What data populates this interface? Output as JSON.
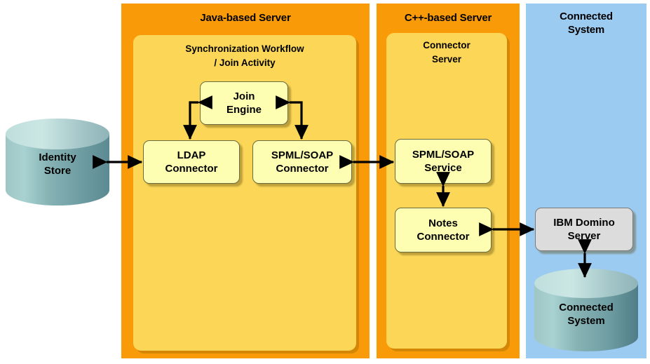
{
  "diagram": {
    "title": "IBM Domino connector architecture",
    "panels": [
      {
        "id": "java-server",
        "label": "Java-based Server",
        "color": "#F99B09",
        "inner": {
          "label_line1": "Synchronization Workflow",
          "label_line2": "/ Join Activity",
          "color": "#FCD757"
        }
      },
      {
        "id": "cpp-server",
        "label": "C++-based Server",
        "color": "#F99B09",
        "inner": {
          "label_line1": "Connector",
          "label_line2": "Server",
          "color": "#FCD757"
        }
      },
      {
        "id": "connected-system",
        "label_line1": "Connected",
        "label_line2": "System",
        "color": "#9CCBF2"
      }
    ],
    "nodes": {
      "identity_store": {
        "line1": "Identity",
        "line2": "Store",
        "shape": "cylinder",
        "color": "#8FBDBE"
      },
      "join_engine": {
        "line1": "Join",
        "line2": "Engine",
        "shape": "box",
        "color": "#FEFEB2"
      },
      "ldap_connector": {
        "line1": "LDAP",
        "line2": "Connector",
        "shape": "box",
        "color": "#FEFEB2"
      },
      "spml_soap_connector": {
        "line1": "SPML/SOAP",
        "line2": "Connector",
        "shape": "box",
        "color": "#FEFEB2"
      },
      "spml_soap_service": {
        "line1": "SPML/SOAP",
        "line2": "Service",
        "shape": "box",
        "color": "#FEFEB2"
      },
      "notes_connector": {
        "line1": "Notes",
        "line2": "Connector",
        "shape": "box",
        "color": "#FEFEB2"
      },
      "ibm_domino_server": {
        "line1": "IBM Domino",
        "line2": "Server",
        "shape": "box",
        "color": "#DCDCDC"
      },
      "connected_system_store": {
        "line1": "Connected",
        "line2": "System",
        "shape": "cylinder",
        "color": "#8FBDBE"
      }
    },
    "connections": [
      {
        "from": "identity_store",
        "to": "ldap_connector",
        "style": "double-arrow",
        "orientation": "horizontal"
      },
      {
        "from": "join_engine",
        "to": "ldap_connector",
        "style": "double-arrow",
        "orientation": "elbow-left"
      },
      {
        "from": "join_engine",
        "to": "spml_soap_connector",
        "style": "double-arrow",
        "orientation": "elbow-right"
      },
      {
        "from": "spml_soap_connector",
        "to": "spml_soap_service",
        "style": "double-arrow",
        "orientation": "horizontal"
      },
      {
        "from": "spml_soap_service",
        "to": "notes_connector",
        "style": "double-arrow",
        "orientation": "vertical"
      },
      {
        "from": "notes_connector",
        "to": "ibm_domino_server",
        "style": "double-arrow",
        "orientation": "horizontal"
      },
      {
        "from": "ibm_domino_server",
        "to": "connected_system_store",
        "style": "double-arrow",
        "orientation": "vertical"
      }
    ]
  }
}
